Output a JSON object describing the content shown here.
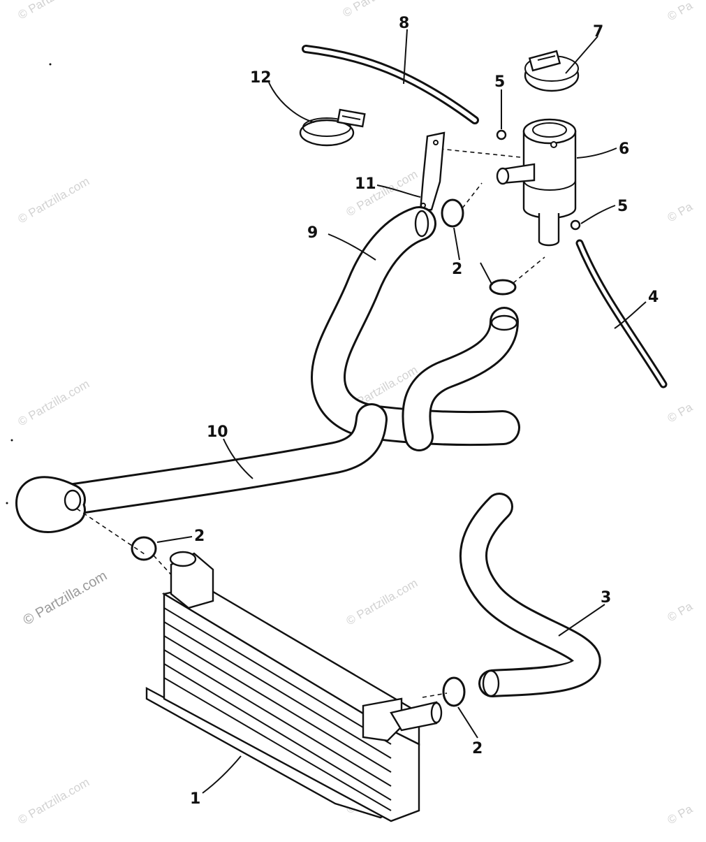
{
  "watermark": {
    "text": "© Partzilla.com",
    "edge_fragment": "© Pa"
  },
  "callouts": {
    "c1": "1",
    "c2a": "2",
    "c2b": "2",
    "c2c": "2",
    "c3": "3",
    "c4": "4",
    "c5a": "5",
    "c5b": "5",
    "c6": "6",
    "c7": "7",
    "c8": "8",
    "c9": "9",
    "c10": "10",
    "c11": "11",
    "c12": "12"
  },
  "parts": {
    "p1": "oil-cooler",
    "p2": "hose-clamp",
    "p3": "return-hose",
    "p4": "overflow-tube",
    "p5": "small-clamp",
    "p6": "tank",
    "p7": "cap",
    "p8": "vent-tube",
    "p9": "hose",
    "p10": "hose",
    "p11": "bracket",
    "p12": "band-clamp"
  },
  "colors": {
    "ink": "#111111",
    "paper": "#ffffff",
    "watermark": "#d2d2d2"
  }
}
